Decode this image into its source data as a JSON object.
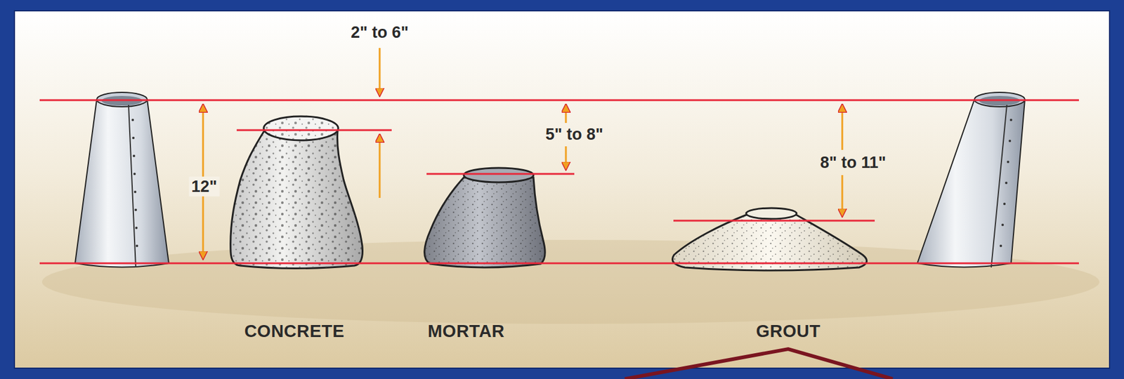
{
  "diagram": {
    "labels": [
      "2\" to 6\"",
      "12\"",
      "5\" to 8\"",
      "8\" to 11\"",
      "CONCRETE",
      "MORTAR",
      "GROUT"
    ]
  }
}
